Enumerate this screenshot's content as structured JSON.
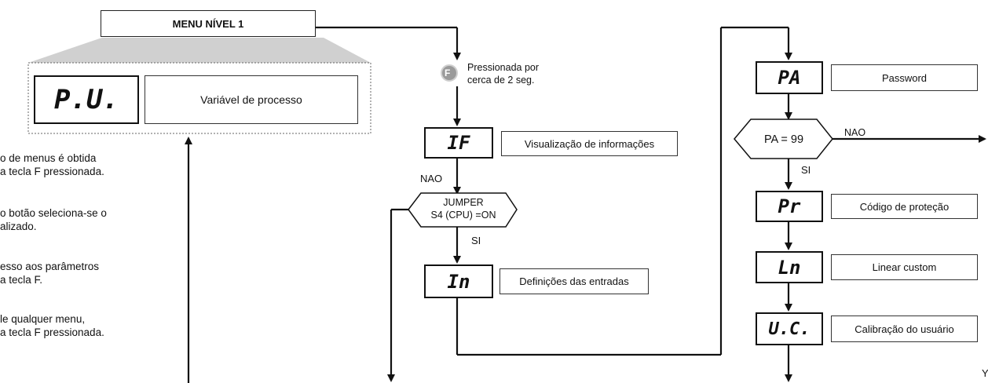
{
  "menu_title": "MENU NÍVEL 1",
  "pv": {
    "display": "P.U.",
    "label": "Variável de processo"
  },
  "side_notes": [
    [
      "o de menus é obtida",
      "a tecla F pressionada."
    ],
    [
      "o botão seleciona-se o",
      "alizado."
    ],
    [
      "esso aos parâmetros",
      "a tecla F."
    ],
    [
      "le qualquer menu,",
      "a tecla F pressionada."
    ]
  ],
  "f_key": {
    "letter": "F",
    "note_line1": "Pressionada por",
    "note_line2": "cerca de 2 seg."
  },
  "mid_items": [
    {
      "display": "IF",
      "label": "Visualização de informações"
    },
    {
      "display": "In",
      "label": "Definições das entradas"
    }
  ],
  "jumper": {
    "line1": "JUMPER",
    "line2": "S4 (CPU) =ON",
    "no": "NAO",
    "yes": "SI"
  },
  "password": {
    "display": "PA",
    "label": "Password"
  },
  "pa_check": {
    "text": "PA = 99",
    "no": "NAO",
    "yes": "SI"
  },
  "right_items": [
    {
      "display": "Pr",
      "label": "Código de proteção"
    },
    {
      "display": "Ln",
      "label": "Linear custom"
    },
    {
      "display": "U.C.",
      "label": "Calibração do usuário"
    }
  ],
  "edge_char": "Y"
}
